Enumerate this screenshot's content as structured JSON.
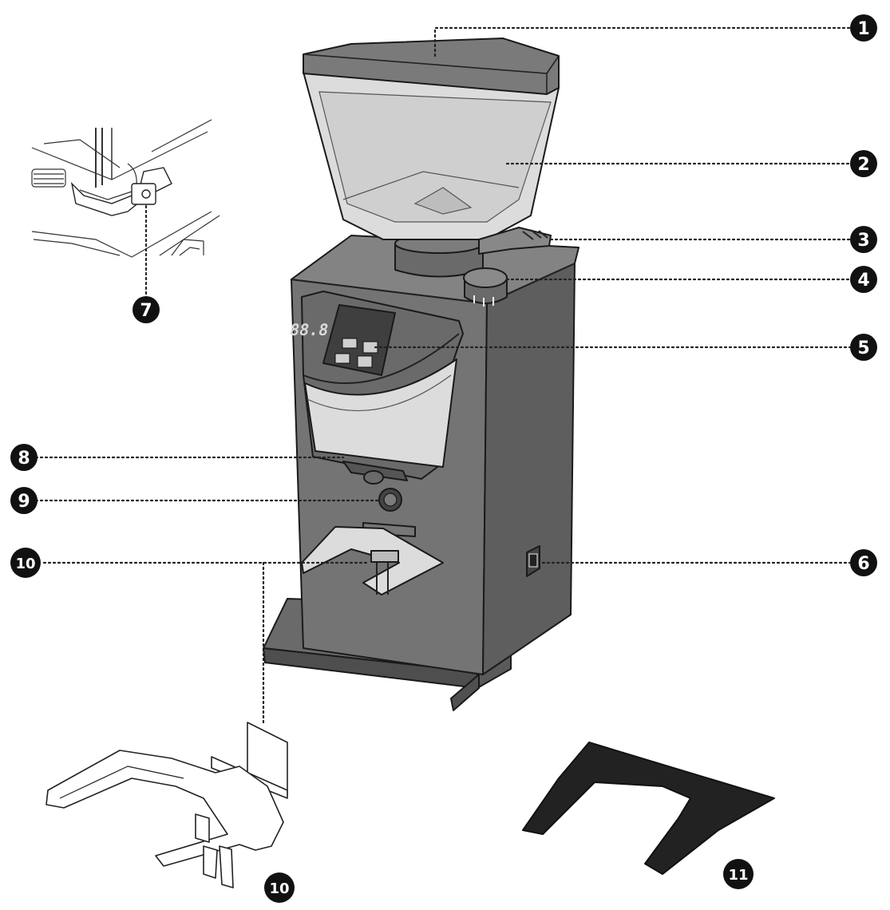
{
  "callouts": [
    {
      "id": "1",
      "label": "1"
    },
    {
      "id": "2",
      "label": "2"
    },
    {
      "id": "3",
      "label": "3"
    },
    {
      "id": "4",
      "label": "4"
    },
    {
      "id": "5",
      "label": "5"
    },
    {
      "id": "6",
      "label": "6"
    },
    {
      "id": "7",
      "label": "7"
    },
    {
      "id": "8",
      "label": "8"
    },
    {
      "id": "9",
      "label": "9"
    },
    {
      "id": "10a",
      "label": "10"
    },
    {
      "id": "10b",
      "label": "10"
    },
    {
      "id": "11",
      "label": "11"
    }
  ],
  "display": {
    "readout": "88.8"
  },
  "colors": {
    "body": "#747474",
    "body_dark": "#5e5e5e",
    "body_top": "#838383",
    "hopper_rim": "#7a7a7a",
    "hopper_glass": "#dcdcdc",
    "panel": "#6a6a6a",
    "control_face": "#3f3f3f",
    "white_band": "#dcdcdc",
    "base_plate": "#222222",
    "callout": "#111111"
  }
}
